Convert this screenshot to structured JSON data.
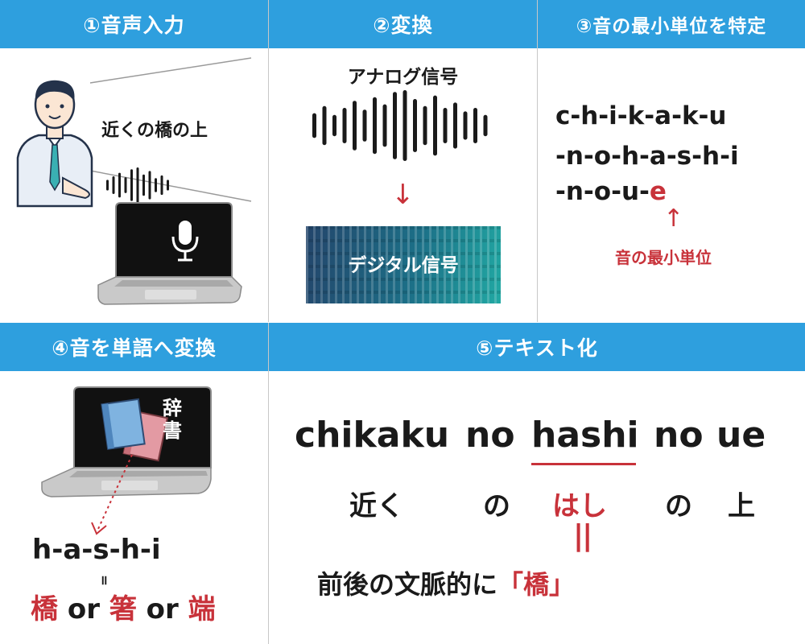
{
  "panels": {
    "p1": {
      "title": "①音声入力",
      "speech": "近くの橋の上"
    },
    "p2": {
      "title": "②変換",
      "analog_label": "アナログ信号",
      "arrow": "↓",
      "digital_label": "デジタル信号"
    },
    "p3": {
      "title": "③音の最小単位を特定",
      "phoneme_lines": [
        "c-h-i-k-a-k-u",
        "-n-o-h-a-s-h-i",
        "-n-o-u-"
      ],
      "highlight_letter": "e",
      "arrow": "↑",
      "annotation": "音の最小単位"
    },
    "p4": {
      "title": "④音を単語へ変換",
      "dictionary_label": "辞書",
      "phonemes": "h-a-s-h-i",
      "equals": "॥",
      "candidates": [
        "橋",
        "箸",
        "端"
      ],
      "or_word": "or"
    },
    "p5": {
      "title": "⑤テキスト化",
      "romaji": [
        "chikaku",
        "no",
        "hashi",
        "no",
        "ue"
      ],
      "kana": [
        "近く",
        "の",
        "はし",
        "の",
        "上"
      ],
      "equals": "||",
      "context_text": "前後の文脈的に",
      "result": "「橋」"
    }
  },
  "colors": {
    "header": "#2e9fde",
    "accent": "#c8323a",
    "text": "#1a1a1a",
    "divider": "#c8c8c8"
  },
  "icons": [
    "person-icon",
    "laptop-icon",
    "microphone-icon",
    "soundwave-icon",
    "books-icon"
  ]
}
